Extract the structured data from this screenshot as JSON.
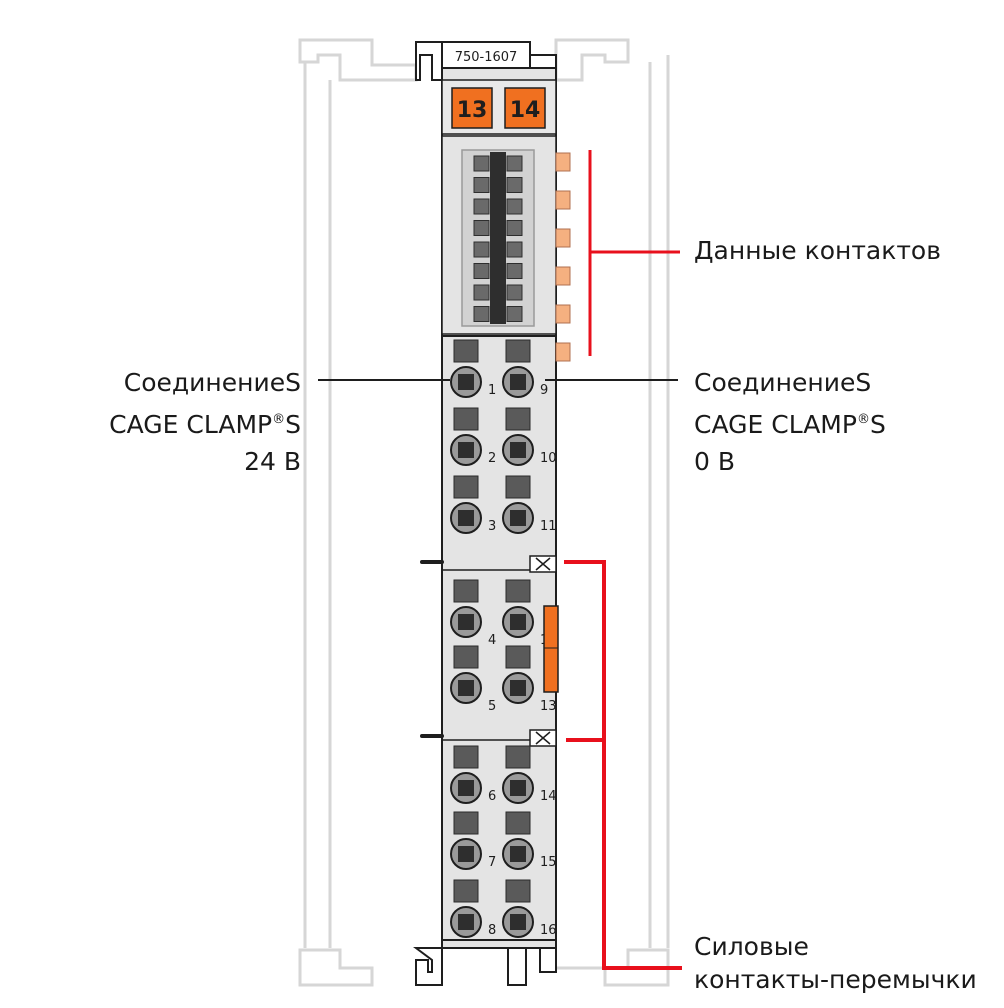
{
  "module": {
    "part_number": "750-1607",
    "channel_labels": [
      "13",
      "14"
    ]
  },
  "terminal_numbers": {
    "left": [
      "1",
      "2",
      "3",
      "4",
      "5",
      "6",
      "7",
      "8"
    ],
    "right": [
      "9",
      "10",
      "11",
      "12",
      "13",
      "14",
      "15",
      "16"
    ]
  },
  "callouts": {
    "data_contacts": "Данные контактов",
    "left_connection": {
      "line1": "СоединениеS",
      "line2": "CAGE CLAMP",
      "reg": "®",
      "suffix": "S",
      "line3": "24 В"
    },
    "right_connection": {
      "line1": "СоединениеS",
      "line2": "CAGE CLAMP",
      "reg": "®",
      "suffix": "S",
      "line3": "0 В"
    },
    "power_jumpers": {
      "line1": "Силовые",
      "line2": "контакты-перемычки"
    }
  },
  "colors": {
    "orange": "#f07020",
    "light_orange": "#f5b080",
    "callout_red": "#e8101c",
    "housing": "#e4e4e4"
  }
}
